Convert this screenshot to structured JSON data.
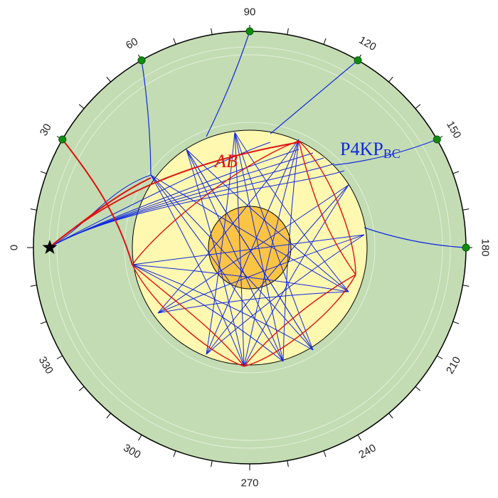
{
  "colors": {
    "mantle": "#c3dcb3",
    "outer_core": "#fff8b0",
    "inner_core": "#fcc444",
    "outline": "#000000",
    "faint_circle": "#e3eedb",
    "ray_red": "#e01010",
    "ray_blue": "#1028e0",
    "station": "#108c10",
    "source": "#000000",
    "tick_text": "#222222"
  },
  "tick_labels": [
    "0",
    "30",
    "60",
    "90",
    "120",
    "150",
    "180",
    "210",
    "240",
    "270",
    "300",
    "330"
  ],
  "phase_labels": {
    "red": "AB",
    "blue_main": "P4KP",
    "blue_sub": "BC"
  },
  "diagram": {
    "source_icon": "star-icon",
    "station_icon": "dot-icon",
    "source_distance_deg": 0,
    "station_distances_deg": [
      30,
      60,
      90,
      120,
      150,
      180
    ],
    "red_ray_stations_deg": [
      30
    ],
    "blue_ray_stations_deg": [
      60,
      90,
      120,
      150,
      180
    ]
  }
}
